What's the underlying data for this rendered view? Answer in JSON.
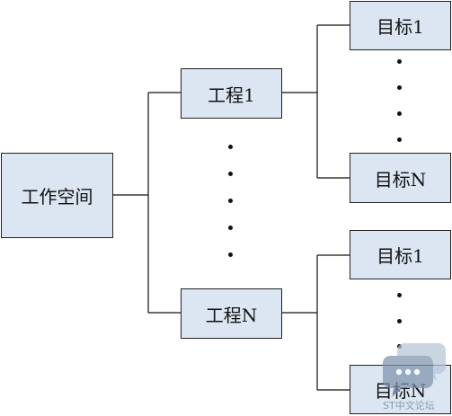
{
  "diagram": {
    "root": {
      "label": "工作空间"
    },
    "projects": [
      {
        "label": "工程1"
      },
      {
        "label": "工程N"
      }
    ],
    "targets": [
      {
        "label": "目标1"
      },
      {
        "label": "目标N"
      },
      {
        "label": "目标1"
      },
      {
        "label": "目标N"
      }
    ]
  },
  "watermark": {
    "text": "ST中文论坛",
    "icon": "chat-bubble-icon"
  },
  "colors": {
    "box_fill": "#dce6f2",
    "line": "#111111",
    "watermark": "#8a9aae"
  }
}
